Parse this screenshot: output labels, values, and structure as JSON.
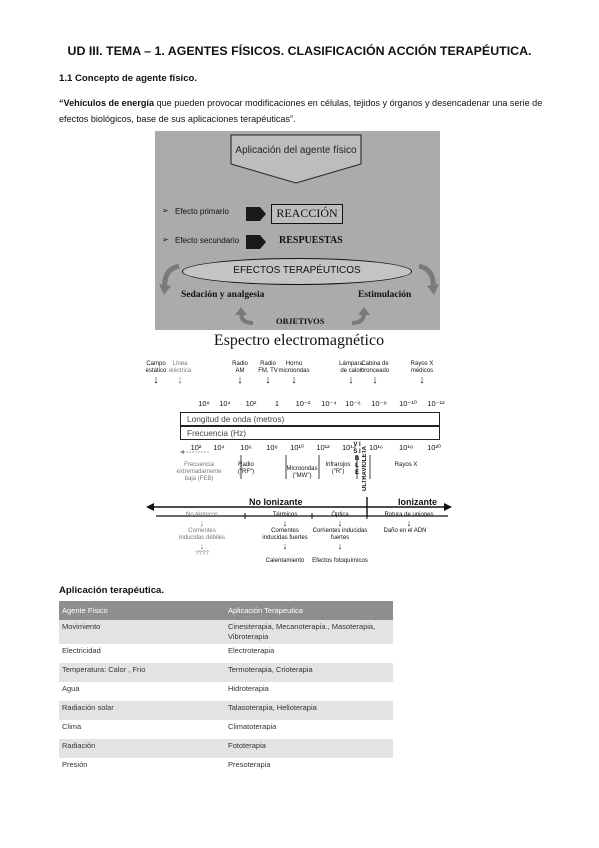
{
  "document": {
    "title": "UD III. TEMA – 1. AGENTES FÍSICOS. CLASIFICACIÓN ACCIÓN TERAPÉUTICA.",
    "section1_heading": "1.1 Concepto de agente físico.",
    "definition_bold": "“Vehículos de energía",
    "definition_rest": " que pueden provocar modificaciones en células, tejidos y órganos y desencadenar una serie de efectos biológicos, base de sus aplicaciones terapéuticas”.",
    "section2_heading": "Aplicación terapéutica."
  },
  "diagram1": {
    "top_box": "Aplicación del agente físico",
    "primary_label": "Efecto primario",
    "secondary_label": "Efecto secundario",
    "reaction": "REACCIÓN",
    "responses": "RESPUESTAS",
    "effects": "EFECTOS TERAPÉUTICOS",
    "sedation": "Sedación y analgesia",
    "stimulation": "Estimulación",
    "objectives": "OBJETIVOS"
  },
  "spectrum": {
    "title": "Espectro electromagnético",
    "sources": [
      {
        "l1": "Campo",
        "l2": "estático",
        "gray": false
      },
      {
        "l1": "Línea",
        "l2": "eléctrica",
        "gray": true
      },
      {
        "l1": "Radio",
        "l2": "AM",
        "gray": false
      },
      {
        "l1": "Radio",
        "l2": "FM, TV",
        "gray": false
      },
      {
        "l1": "Horno",
        "l2": "microondas",
        "gray": false
      },
      {
        "l1": "Lámpara",
        "l2": "de calor",
        "gray": false
      },
      {
        "l1": "Cabina de",
        "l2": "bronceado",
        "gray": false
      },
      {
        "l1": "Rayos X",
        "l2": "médicos",
        "gray": false
      }
    ],
    "wavelength_ticks": [
      "10⁸",
      "10⁴",
      "10²",
      "1",
      "10⁻²",
      "10⁻⁴",
      "10⁻⁶",
      "10⁻⁸",
      "10⁻¹⁰",
      "10⁻¹²"
    ],
    "wavelength_label": "Longitud de onda (metros)",
    "frequency_label": "Frecuencia (Hz)",
    "frequency_ticks": [
      "10²",
      "10⁴",
      "10⁶",
      "10⁸",
      "10¹⁰",
      "10¹²",
      "10¹⁴",
      "10¹⁶",
      "10¹⁸",
      "10²⁰"
    ],
    "visible": "V I S I B L E",
    "ultraviolet": "ULTRAVIOLETA",
    "bands": {
      "elf_l1": "Frecuencia",
      "elf_l2": "extremadamente",
      "elf_l3": "baja (FEB)",
      "radio_l1": "Radio",
      "radio_l2": "(\"RF\")",
      "micro_l1": "Microondas",
      "micro_l2": "(\"MW\")",
      "ir_l1": "Infrarojos",
      "ir_l2": "(\"R\")",
      "xray": "Rayos X"
    },
    "non_ionizing": "No Ionizante",
    "ionizing": "Ionizante",
    "effects": {
      "non_thermal": "No térmicos",
      "weak_currents_l1": "Corrientes",
      "weak_currents_l2": "inducidas débiles",
      "unknown": "????",
      "thermal": "Térmicos",
      "strong_currents_l1": "Corrientes",
      "strong_currents_l2": "inducidas fuertes",
      "heating": "Calentamiento",
      "optical": "Óptica",
      "strong2_l1": "Corrientes inducidas",
      "strong2_l2": "fuertes",
      "photochemical": "Efectos fotoquímicos",
      "bond_break": "Rotura de uniones",
      "dna_damage": "Daño en el ADN"
    }
  },
  "table": {
    "headers": [
      "Agente Físico",
      "Aplicación Terapeutica"
    ],
    "rows": [
      {
        "agent": "Movimiento",
        "application": "Cinesiterapia, Mecanoterapia., Masoterapia, Vibroterapia"
      },
      {
        "agent": "Electricidad",
        "application": "Electroterapia"
      },
      {
        "agent": "Temperatura: Calor , Frio",
        "application": "Termoterapia, Crioterapia"
      },
      {
        "agent": "Agua",
        "application": "Hidroterapia"
      },
      {
        "agent": "Radiación solar",
        "application": "Talasoterapia, Helioterapia"
      },
      {
        "agent": "Clima",
        "application": "Climatoterapia"
      },
      {
        "agent": "Radiación",
        "application": "Fototerapia"
      },
      {
        "agent": "Presión",
        "application": "Presoterapia"
      }
    ]
  }
}
